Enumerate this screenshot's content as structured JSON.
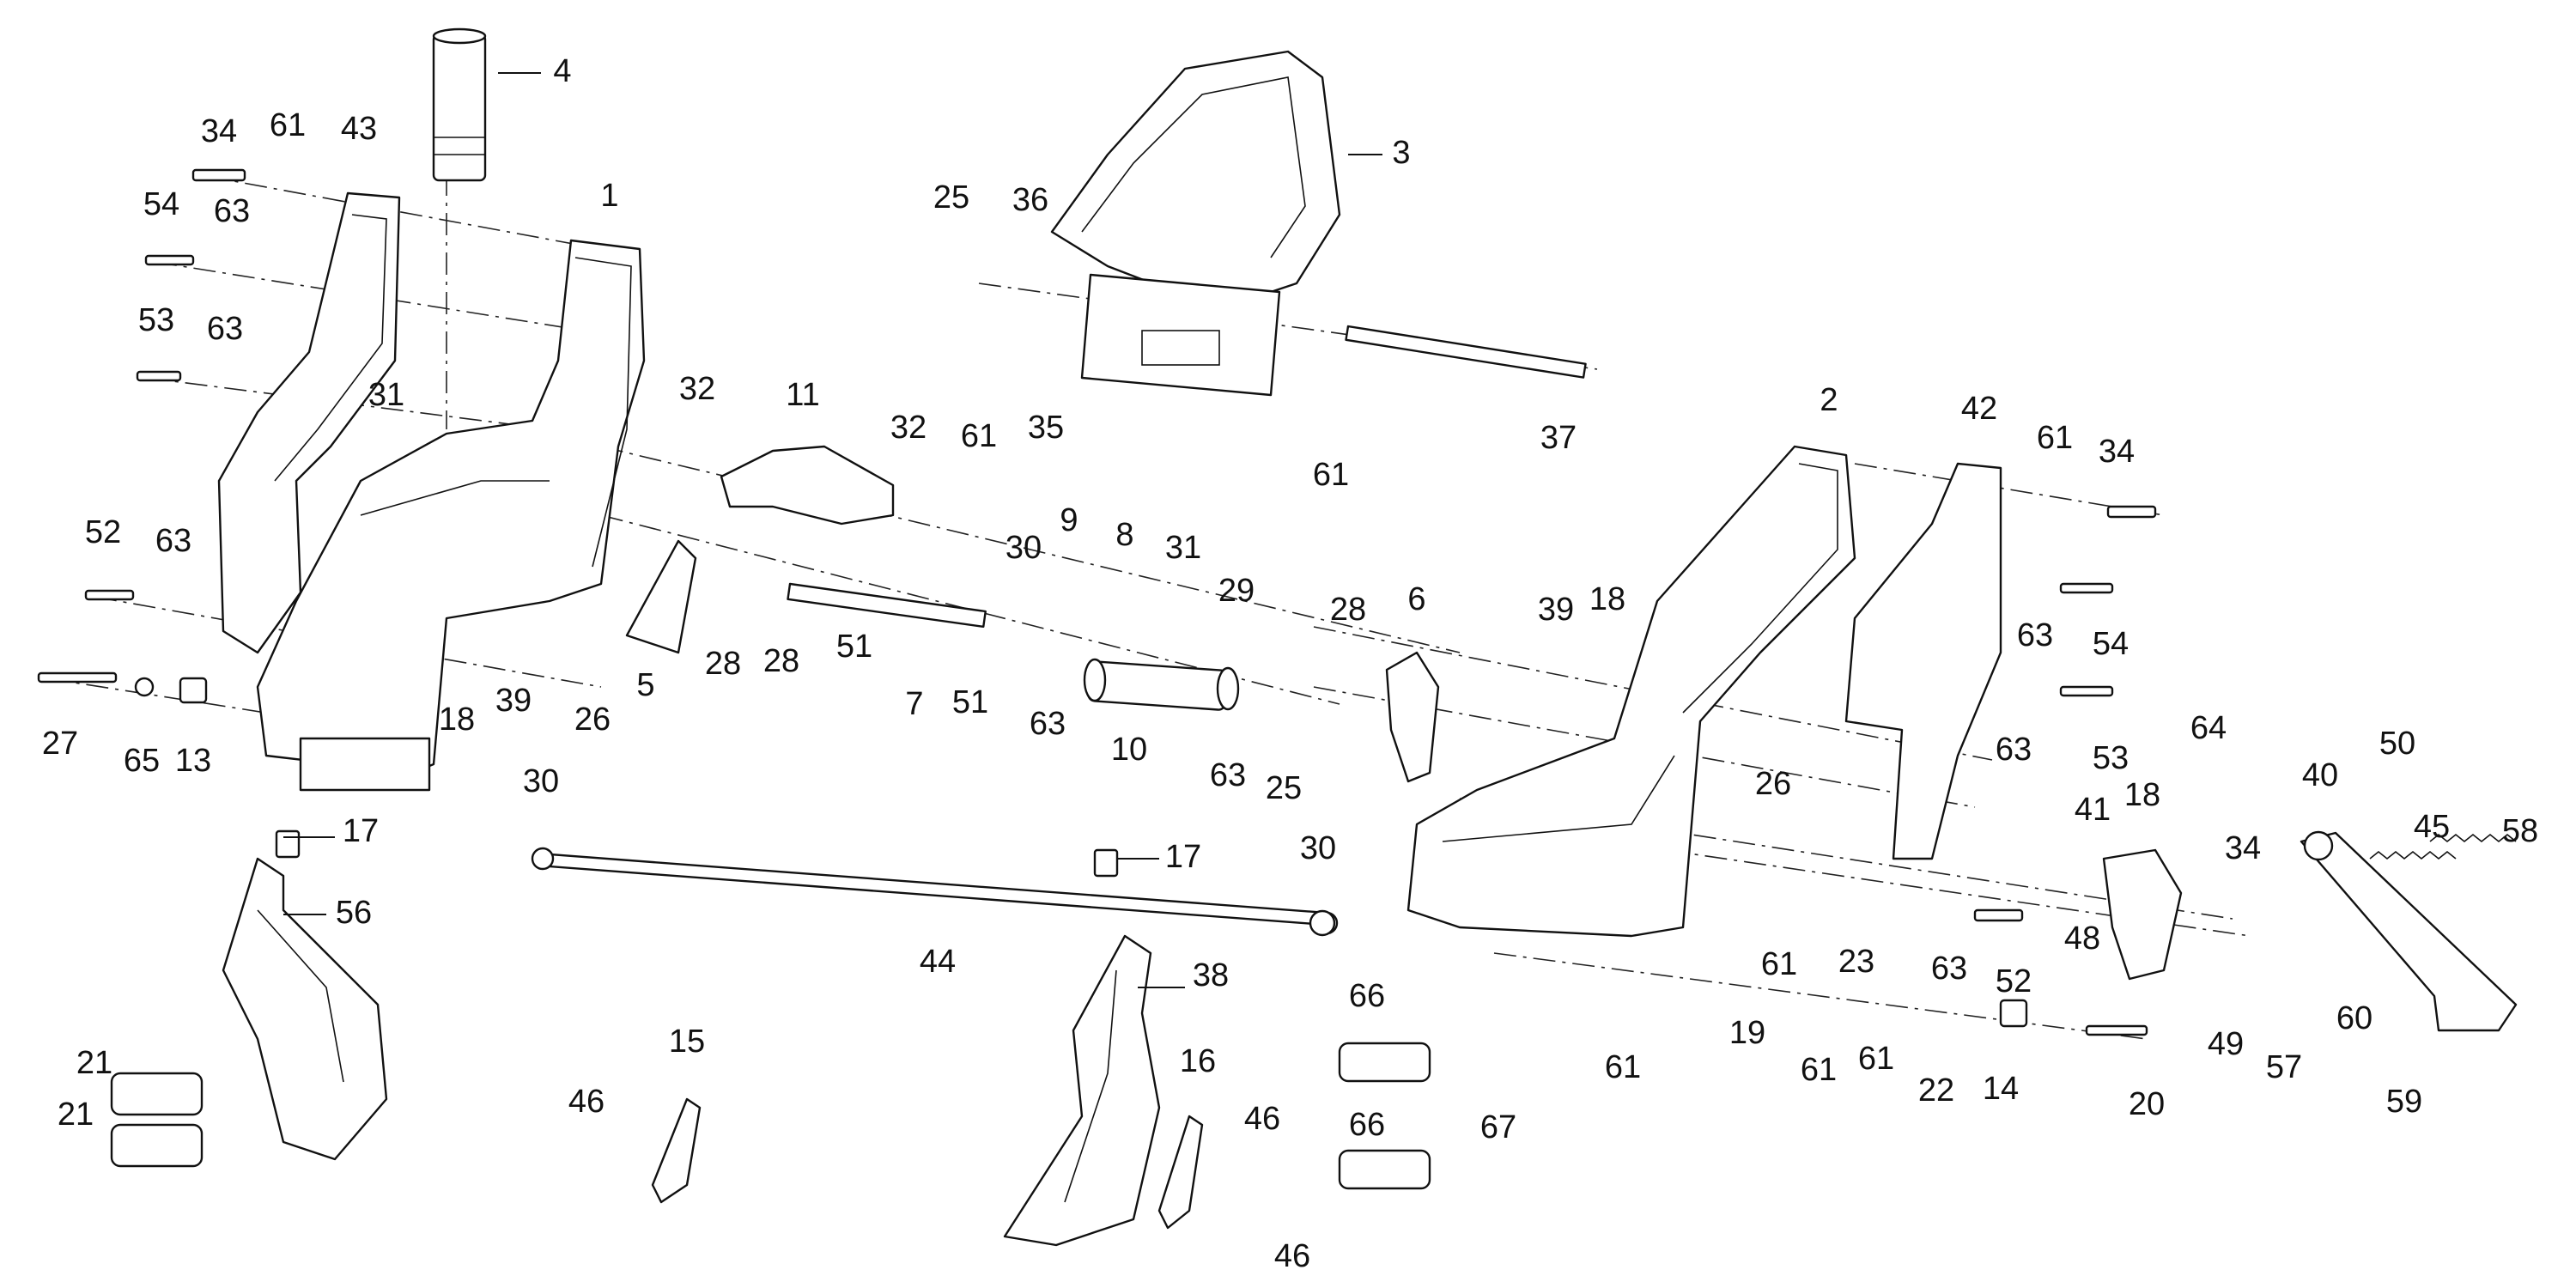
{
  "diagram": {
    "callouts": [
      {
        "id": "c4",
        "label": "4"
      },
      {
        "id": "c34a",
        "label": "34"
      },
      {
        "id": "c61a",
        "label": "61"
      },
      {
        "id": "c43",
        "label": "43"
      },
      {
        "id": "c1",
        "label": "1"
      },
      {
        "id": "c54a",
        "label": "54"
      },
      {
        "id": "c63a",
        "label": "63"
      },
      {
        "id": "c53a",
        "label": "53"
      },
      {
        "id": "c63b",
        "label": "63"
      },
      {
        "id": "c31a",
        "label": "31"
      },
      {
        "id": "c32a",
        "label": "32"
      },
      {
        "id": "c11",
        "label": "11"
      },
      {
        "id": "c32b",
        "label": "32"
      },
      {
        "id": "c61b",
        "label": "61"
      },
      {
        "id": "c52a",
        "label": "52"
      },
      {
        "id": "c63c",
        "label": "63"
      },
      {
        "id": "c30a",
        "label": "30"
      },
      {
        "id": "c9",
        "label": "9"
      },
      {
        "id": "c8",
        "label": "8"
      },
      {
        "id": "c31b",
        "label": "31"
      },
      {
        "id": "c29",
        "label": "29"
      },
      {
        "id": "c27",
        "label": "27"
      },
      {
        "id": "c65",
        "label": "65"
      },
      {
        "id": "c13",
        "label": "13"
      },
      {
        "id": "c18a",
        "label": "18"
      },
      {
        "id": "c39a",
        "label": "39"
      },
      {
        "id": "c26a",
        "label": "26"
      },
      {
        "id": "c5",
        "label": "5"
      },
      {
        "id": "c28a",
        "label": "28"
      },
      {
        "id": "c28b",
        "label": "28"
      },
      {
        "id": "c51a",
        "label": "51"
      },
      {
        "id": "c7",
        "label": "7"
      },
      {
        "id": "c51b",
        "label": "51"
      },
      {
        "id": "c63d",
        "label": "63"
      },
      {
        "id": "c10",
        "label": "10"
      },
      {
        "id": "c63e",
        "label": "63"
      },
      {
        "id": "c25a",
        "label": "25"
      },
      {
        "id": "c25b",
        "label": "25"
      },
      {
        "id": "c36",
        "label": "36"
      },
      {
        "id": "c3",
        "label": "3"
      },
      {
        "id": "c35",
        "label": "35"
      },
      {
        "id": "c61c",
        "label": "61"
      },
      {
        "id": "c37",
        "label": "37"
      },
      {
        "id": "c2",
        "label": "2"
      },
      {
        "id": "c42",
        "label": "42"
      },
      {
        "id": "c61d",
        "label": "61"
      },
      {
        "id": "c34b",
        "label": "34"
      },
      {
        "id": "c28c",
        "label": "28"
      },
      {
        "id": "c6",
        "label": "6"
      },
      {
        "id": "c39b",
        "label": "39"
      },
      {
        "id": "c18b",
        "label": "18"
      },
      {
        "id": "c63f",
        "label": "63"
      },
      {
        "id": "c54b",
        "label": "54"
      },
      {
        "id": "c63g",
        "label": "63"
      },
      {
        "id": "c53b",
        "label": "53"
      },
      {
        "id": "c64",
        "label": "64"
      },
      {
        "id": "c50",
        "label": "50"
      },
      {
        "id": "c40",
        "label": "40"
      },
      {
        "id": "c18c",
        "label": "18"
      },
      {
        "id": "c41",
        "label": "41"
      },
      {
        "id": "c45",
        "label": "45"
      },
      {
        "id": "c58",
        "label": "58"
      },
      {
        "id": "c34c",
        "label": "34"
      },
      {
        "id": "c26b",
        "label": "26"
      },
      {
        "id": "c48",
        "label": "48"
      },
      {
        "id": "c61e",
        "label": "61"
      },
      {
        "id": "c23",
        "label": "23"
      },
      {
        "id": "c63h",
        "label": "63"
      },
      {
        "id": "c52b",
        "label": "52"
      },
      {
        "id": "c30b",
        "label": "30"
      },
      {
        "id": "c17a",
        "label": "17"
      },
      {
        "id": "c17b",
        "label": "17"
      },
      {
        "id": "c30c",
        "label": "30"
      },
      {
        "id": "c56",
        "label": "56"
      },
      {
        "id": "c44",
        "label": "44"
      },
      {
        "id": "c38",
        "label": "38"
      },
      {
        "id": "c21a",
        "label": "21"
      },
      {
        "id": "c21b",
        "label": "21"
      },
      {
        "id": "c15",
        "label": "15"
      },
      {
        "id": "c46a",
        "label": "46"
      },
      {
        "id": "c16",
        "label": "16"
      },
      {
        "id": "c46b",
        "label": "46"
      },
      {
        "id": "c46c",
        "label": "46"
      },
      {
        "id": "c66a",
        "label": "66"
      },
      {
        "id": "c66b",
        "label": "66"
      },
      {
        "id": "c67",
        "label": "67"
      },
      {
        "id": "c61f",
        "label": "61"
      },
      {
        "id": "c19",
        "label": "19"
      },
      {
        "id": "c61g",
        "label": "61"
      },
      {
        "id": "c61h",
        "label": "61"
      },
      {
        "id": "c22",
        "label": "22"
      },
      {
        "id": "c14",
        "label": "14"
      },
      {
        "id": "c20",
        "label": "20"
      },
      {
        "id": "c49",
        "label": "49"
      },
      {
        "id": "c57",
        "label": "57"
      },
      {
        "id": "c60",
        "label": "60"
      },
      {
        "id": "c59",
        "label": "59"
      }
    ]
  }
}
